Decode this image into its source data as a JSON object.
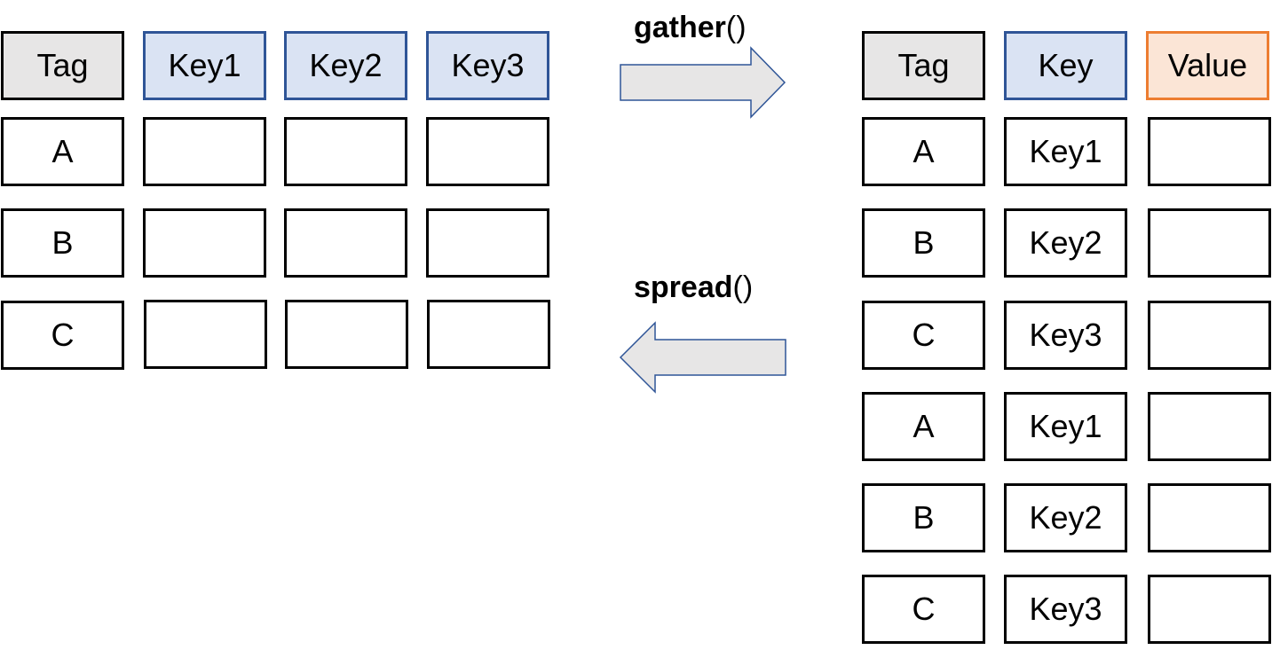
{
  "colors": {
    "tag_header_fill": "#e7e6e6",
    "key_header_fill": "#dae3f3",
    "key_header_border": "#2f5597",
    "value_header_fill": "#fbe5d6",
    "value_header_border": "#ed7d31",
    "arrow_fill": "#e7e6e6",
    "arrow_stroke": "#2f5597"
  },
  "wide_table": {
    "headers": [
      "Tag",
      "Key1",
      "Key2",
      "Key3"
    ],
    "rows": [
      [
        "A",
        "",
        "",
        ""
      ],
      [
        "B",
        "",
        "",
        ""
      ],
      [
        "C",
        "",
        "",
        ""
      ]
    ]
  },
  "long_table": {
    "headers": [
      "Tag",
      "Key",
      "Value"
    ],
    "rows": [
      [
        "A",
        "Key1",
        ""
      ],
      [
        "B",
        "Key2",
        ""
      ],
      [
        "C",
        "Key3",
        ""
      ],
      [
        "A",
        "Key1",
        ""
      ],
      [
        "B",
        "Key2",
        ""
      ],
      [
        "C",
        "Key3",
        ""
      ]
    ]
  },
  "gather": {
    "name": "gather",
    "parens": "()",
    "direction": "right"
  },
  "spread": {
    "name": "spread",
    "parens": "()",
    "direction": "left"
  }
}
